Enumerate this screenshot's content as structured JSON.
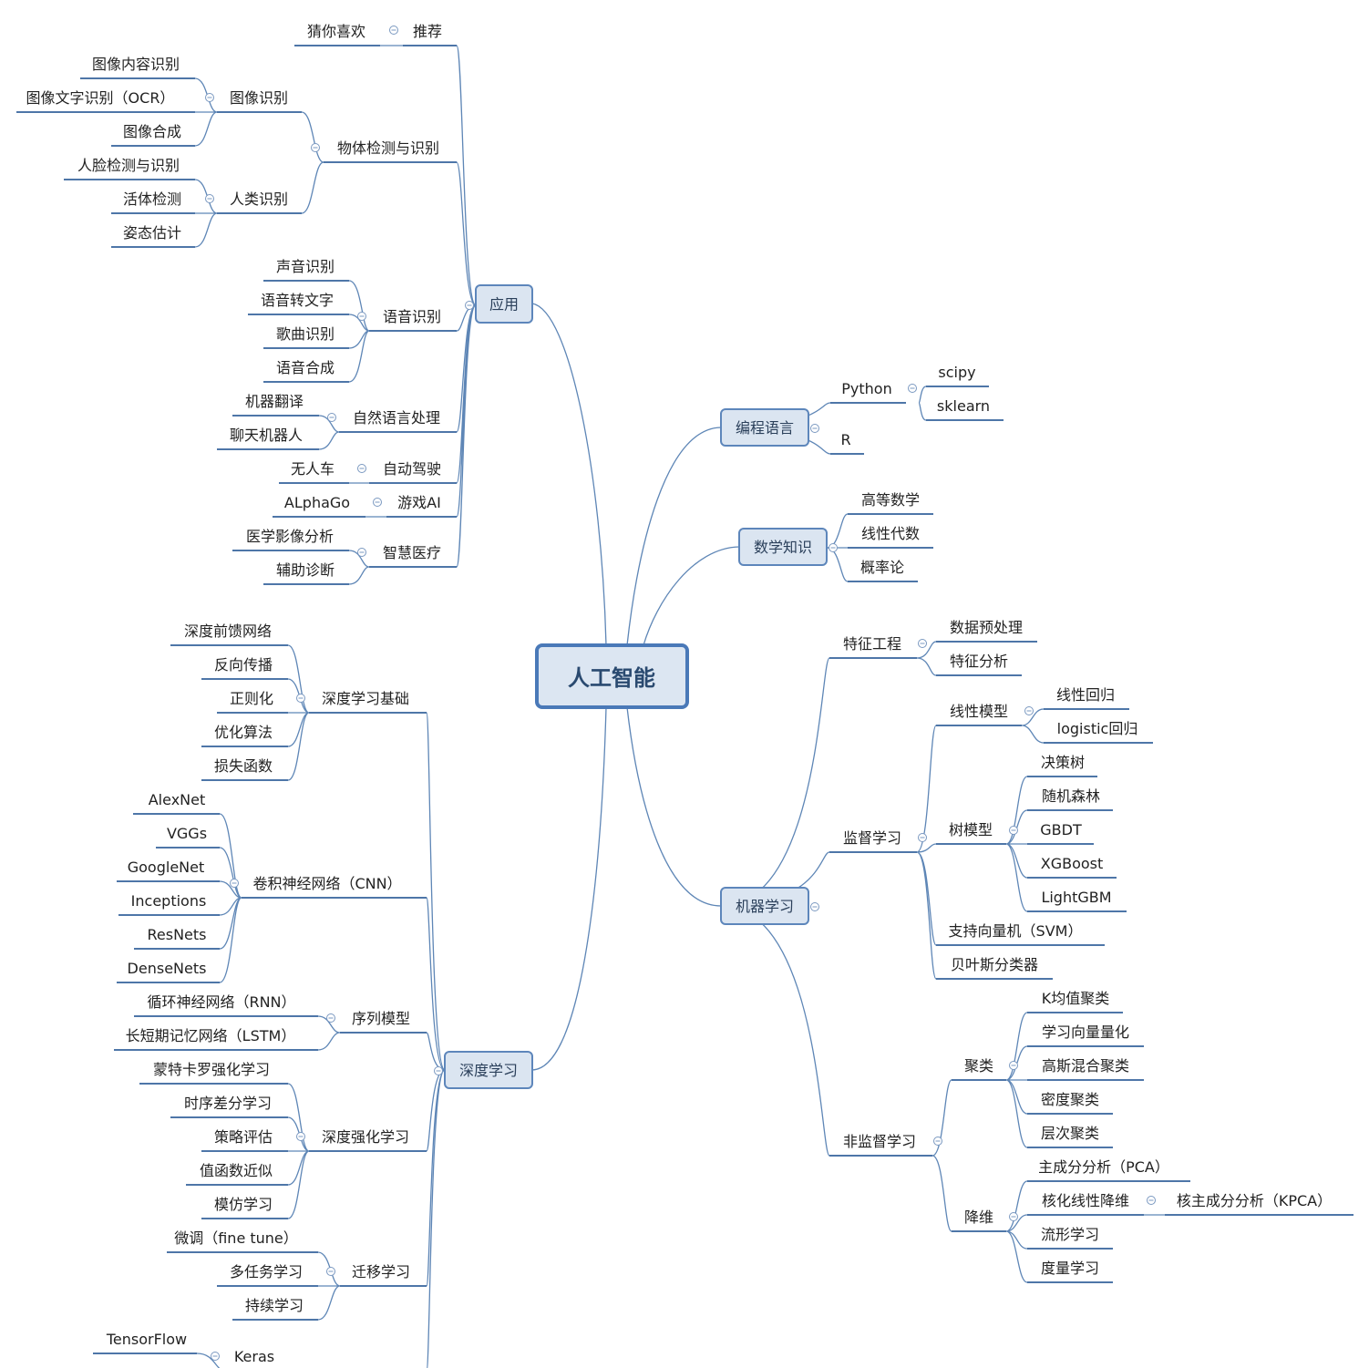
{
  "root": "人工智能",
  "nodes": {
    "app": "应用",
    "app_recommend": "推荐",
    "app_guess": "猜你喜欢",
    "app_object": "物体检测与识别",
    "app_image": "图像识别",
    "app_image_content": "图像内容识别",
    "app_image_ocr": "图像文字识别（OCR）",
    "app_image_synth": "图像合成",
    "app_human": "人类识别",
    "app_face": "人脸检测与识别",
    "app_liveness": "活体检测",
    "app_pose": "姿态估计",
    "app_speech": "语音识别",
    "app_sound": "声音识别",
    "app_s2t": "语音转文字",
    "app_song": "歌曲识别",
    "app_tts": "语音合成",
    "app_nlp": "自然语言处理",
    "app_mt": "机器翻译",
    "app_chatbot": "聊天机器人",
    "app_drive": "自动驾驶",
    "app_driverless": "无人车",
    "app_game": "游戏AI",
    "app_alphago": "ALphaGo",
    "app_med": "智慧医疗",
    "app_medimg": "医学影像分析",
    "app_diag": "辅助诊断",
    "prog": "编程语言",
    "prog_python": "Python",
    "prog_scipy": "scipy",
    "prog_sklearn": "sklearn",
    "prog_r": "R",
    "math": "数学知识",
    "math_calc": "高等数学",
    "math_la": "线性代数",
    "math_prob": "概率论",
    "ml": "机器学习",
    "ml_fe": "特征工程",
    "ml_pre": "数据预处理",
    "ml_fa": "特征分析",
    "ml_sup": "监督学习",
    "ml_lin": "线性模型",
    "ml_linreg": "线性回归",
    "ml_logreg": "logistic回归",
    "ml_tree": "树模型",
    "ml_dt": "决策树",
    "ml_rf": "随机森林",
    "ml_gbdt": "GBDT",
    "ml_xgb": "XGBoost",
    "ml_lgbm": "LightGBM",
    "ml_svm": "支持向量机（SVM）",
    "ml_nb": "贝叶斯分类器",
    "ml_unsup": "非监督学习",
    "ml_cluster": "聚类",
    "ml_kmeans": "K均值聚类",
    "ml_lvq": "学习向量量化",
    "ml_gmm": "高斯混合聚类",
    "ml_density": "密度聚类",
    "ml_hier": "层次聚类",
    "ml_dimred": "降维",
    "ml_pca": "主成分分析（PCA）",
    "ml_kernel": "核化线性降维",
    "ml_kpca": "核主成分分析（KPCA）",
    "ml_manifold": "流形学习",
    "ml_metric": "度量学习",
    "dl": "深度学习",
    "dl_basic": "深度学习基础",
    "dl_ffn": "深度前馈网络",
    "dl_bp": "反向传播",
    "dl_reg": "正则化",
    "dl_opt": "优化算法",
    "dl_loss": "损失函数",
    "dl_cnn": "卷积神经网络（CNN）",
    "dl_alexnet": "AlexNet",
    "dl_vgg": "VGGs",
    "dl_googlenet": "GoogleNet",
    "dl_inception": "Inceptions",
    "dl_resnet": "ResNets",
    "dl_densenet": "DenseNets",
    "dl_seq": "序列模型",
    "dl_rnn": "循环神经网络（RNN）",
    "dl_lstm": "长短期记忆网络（LSTM）",
    "dl_rl": "深度强化学习",
    "dl_mc": "蒙特卡罗强化学习",
    "dl_td": "时序差分学习",
    "dl_pe": "策略评估",
    "dl_va": "值函数近似",
    "dl_il": "模仿学习",
    "dl_tl": "迁移学习",
    "dl_ft": "微调（fine tune）",
    "dl_mtl": "多任务学习",
    "dl_cl": "持续学习",
    "dl_keras": "Keras",
    "dl_tf": "TensorFlow"
  },
  "colors": {
    "line": "#5e86b6",
    "underline": "#4e76a8",
    "node_fill": "#dbe5f1",
    "node_border": "#5d86bb",
    "root_border": "#4a79b8",
    "text": "#222222"
  },
  "icons": {
    "collapse": "collapse-minus-icon"
  }
}
